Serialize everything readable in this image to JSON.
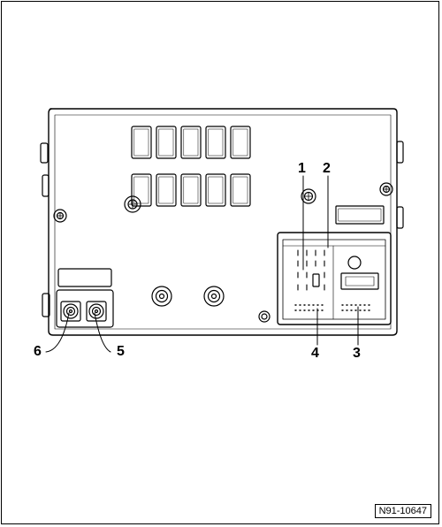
{
  "figure_id": "N91-10647",
  "callouts": {
    "c1": "1",
    "c2": "2",
    "c3": "3",
    "c4": "4",
    "c5": "5",
    "c6": "6"
  },
  "colors": {
    "stroke": "#000000",
    "background": "#ffffff"
  },
  "parts": [
    "radio-rear-housing",
    "quadlock-connector",
    "fakra-antenna-socket",
    "cooling-fins",
    "mounting-screws"
  ]
}
